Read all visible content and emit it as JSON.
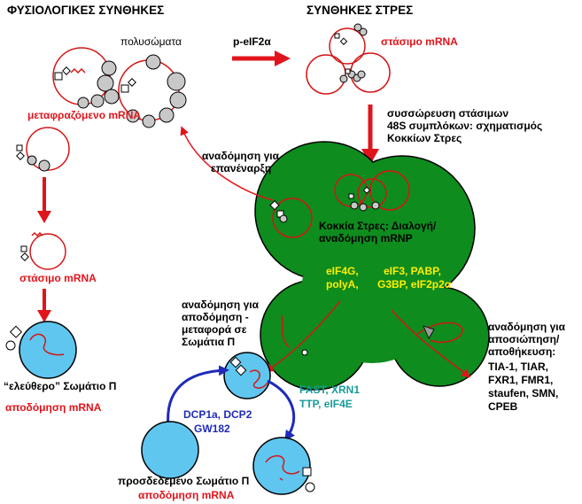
{
  "labels": {
    "physiological_title": "ΦΥΣΙΟΛΟΓΙΚΕΣ ΣΥΝΘΗΚΕΣ",
    "stress_title": "ΣΥΝΘΗΚΕΣ ΣΤΡΕΣ",
    "polysomes": "πολυσώματα",
    "peif2a": "p-eIF2α",
    "stalled_mrna_top": "στάσιμο mRNA",
    "translated_mrna": "μεταφραζόμενο mRNA",
    "accumulation_line1": "συσσώρευση στάσιμων",
    "accumulation_line2": "48S συμπλόκων: σχηματισμός",
    "accumulation_line3": "Κοκκίων Στρες",
    "reassembly_line1": "αναδόμηση για",
    "reassembly_line2": "επανέναρξη",
    "sg_label_line1": "Κοκκία Στρες: Διαλογή/",
    "sg_label_line2": "αναδόμηση mRNP",
    "sg_factors_line1_left": "eIF4G,",
    "sg_factors_line2_left": "polyA,",
    "sg_factors_line1_right": "eIF3, PABP,",
    "sg_factors_line2_right": "G3BP, eIF2p2α",
    "stalled_mrna_left": "στάσιμο mRNA",
    "decay_remodel_line1": "αναδόμηση για",
    "decay_remodel_line2": "αποδόμηση -",
    "decay_remodel_line3": "μεταφορά σε",
    "decay_remodel_line4": "Σωμάτια Π",
    "silencing_line1": "αναδόμηση για",
    "silencing_line2": "αποσιώπηση/",
    "silencing_line3": "αποθήκευση:",
    "silencing_line4": "TIA-1, TIAR,",
    "silencing_line5": "FXR1, FMR1,",
    "silencing_line6": "staufen, SMN,",
    "silencing_line7": "CPEB",
    "free_pbody": "“ελεύθερο” Σωμάτιο Π",
    "mrna_decay_left": "αποδόμηση mRNA",
    "fast_line1": "FAST, XRN1",
    "fast_line2": "TTP, eIF4E",
    "dcp_line1": "DCP1a, DCP2",
    "dcp_line2": "GW182",
    "bound_pbody": "προσδεδεμένο Σωμάτιο Π",
    "mrna_decay_bottom": "αποδόμηση mRNA"
  },
  "colors": {
    "stress_granule": "#0e8c1e",
    "pbody": "#5fc6f0",
    "arrow_red": "#e0141b",
    "arrow_blue": "#1f2bb8",
    "mrna": "#d41616",
    "ribosome": "#c8c8c8"
  }
}
